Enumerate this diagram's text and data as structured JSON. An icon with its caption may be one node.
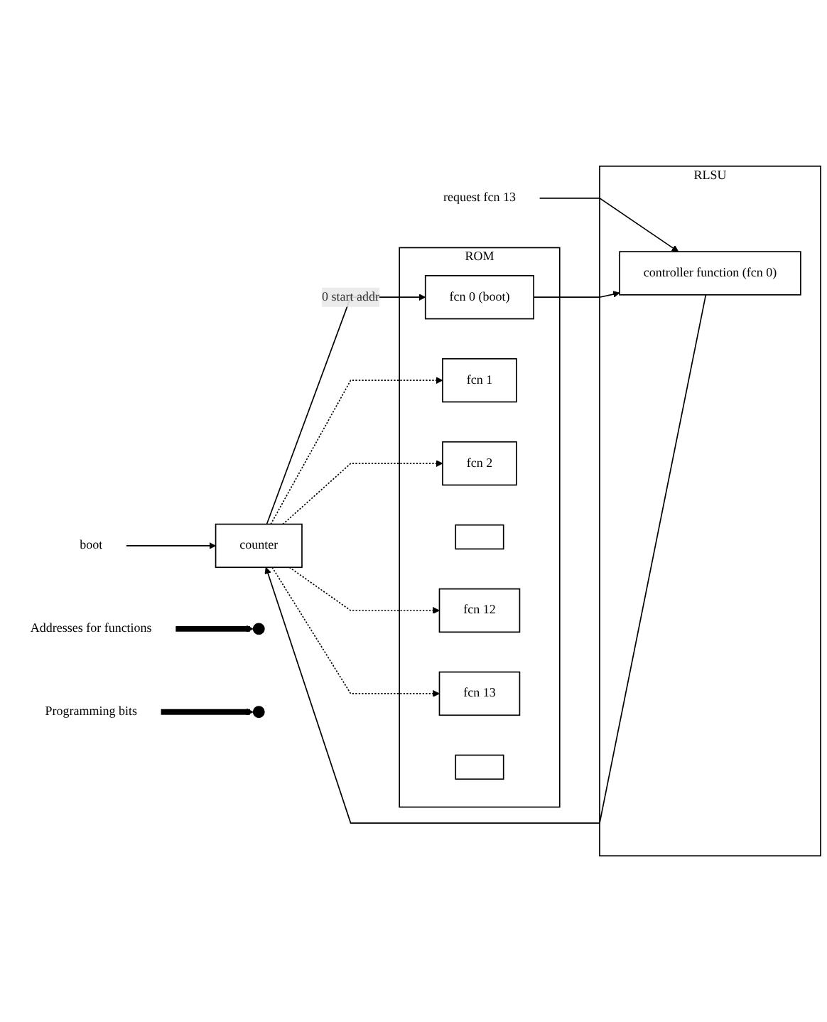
{
  "diagram": {
    "nodes": [
      {
        "text": [
          "boot"
        ]
      },
      {
        "text": [
          "request fcn 13"
        ]
      },
      {
        "text": [
          "counter"
        ]
      },
      {
        "text": [
          "RLSU"
        ]
      },
      {
        "text": [
          "controller function (fcn 0)"
        ],
        "in": 3
      },
      {
        "text": [
          "ROM"
        ]
      },
      {
        "text": [
          "fcn 0 (boot)"
        ],
        "in": 5
      },
      {
        "text": [
          "fcn 1"
        ],
        "in": 5
      },
      {
        "text": [
          "fcn 2"
        ],
        "in": 5
      },
      {
        "text": [],
        "shape": "box",
        "in": 5
      },
      {
        "text": [
          "fcn 12"
        ],
        "in": 5
      },
      {
        "text": [
          "fcn 13"
        ],
        "in": 5
      },
      {
        "text": [],
        "shape": "box",
        "in": 5
      },
      {
        "text": [
          "Addresses for functions"
        ]
      },
      {
        "text": [
          "Programming bits"
        ]
      }
    ],
    "edges": [
      {
        "from": 0,
        "to": 2,
        "arrow": "to"
      },
      {
        "from": 1,
        "to": 4,
        "arrow": "to"
      },
      {
        "from": 4,
        "to": 2,
        "arrow": "to"
      },
      {
        "from": 2,
        "to": 6,
        "arrow": "to",
        "label": "0 start addr"
      },
      {
        "from": 6,
        "to": 4,
        "arrow": "to"
      },
      {
        "from": 2,
        "to": 7,
        "arrow": "to",
        "style": "dashed"
      },
      {
        "from": 2,
        "to": 8,
        "arrow": "to",
        "style": "dashed"
      },
      {
        "from": 2,
        "to": 10,
        "arrow": "to",
        "style": "dashed"
      },
      {
        "from": 2,
        "to": 11,
        "arrow": "to",
        "style": "dashed"
      },
      {
        "from": 13,
        "to": null,
        "arrow": "to",
        "style": "thick"
      },
      {
        "from": 14,
        "to": null,
        "arrow": "to",
        "style": "thick"
      }
    ]
  }
}
